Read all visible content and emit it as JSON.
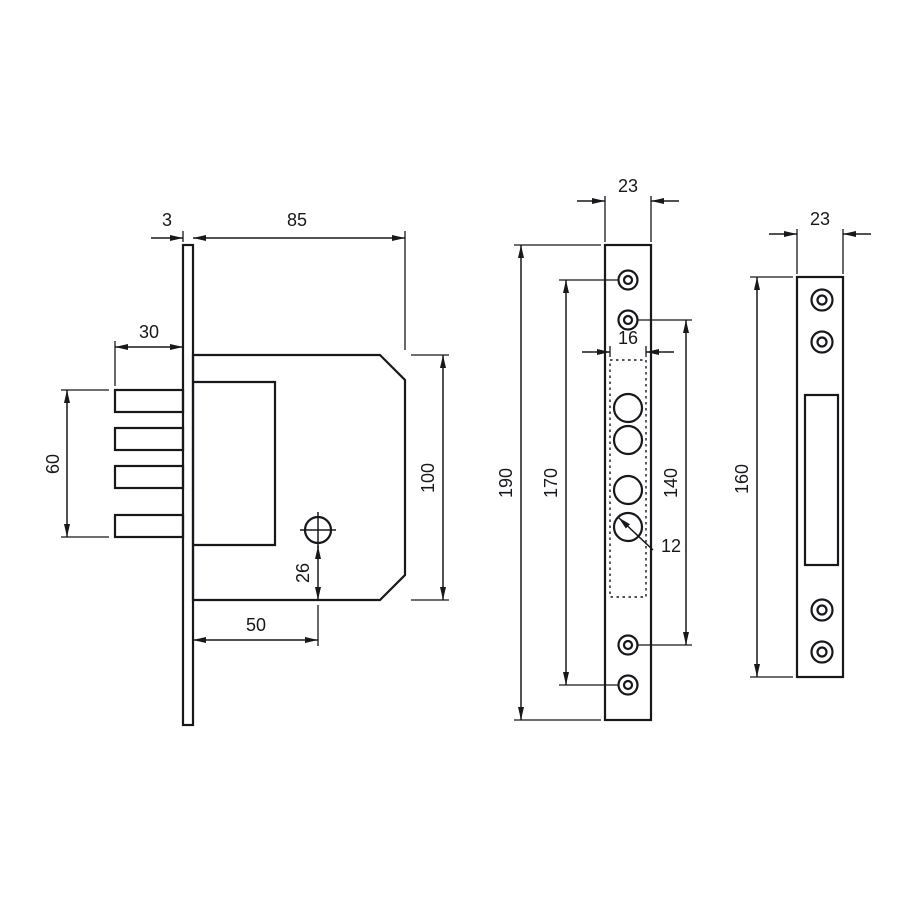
{
  "drawing": {
    "description": "mortise deadbolt lock dimensional drawing, three views",
    "line_color": "#17181c",
    "background": "#ffffff"
  },
  "views": {
    "side": {
      "name": "lock body side view",
      "dims": {
        "faceplate_thickness": "3",
        "body_width": "85",
        "bolt_throw": "30",
        "bolt_stack": "60",
        "body_height": "100",
        "screw_offset": "26",
        "backset": "50"
      }
    },
    "front": {
      "name": "faceplate front view",
      "dims": {
        "plate_width": "23",
        "plate_height": "190",
        "screw_spacing": "170",
        "cutout_width": "16",
        "hole_span": "140",
        "bolt_diameter": "12"
      }
    },
    "strike": {
      "name": "strike plate view",
      "dims": {
        "plate_width": "23",
        "plate_height": "160"
      }
    }
  }
}
